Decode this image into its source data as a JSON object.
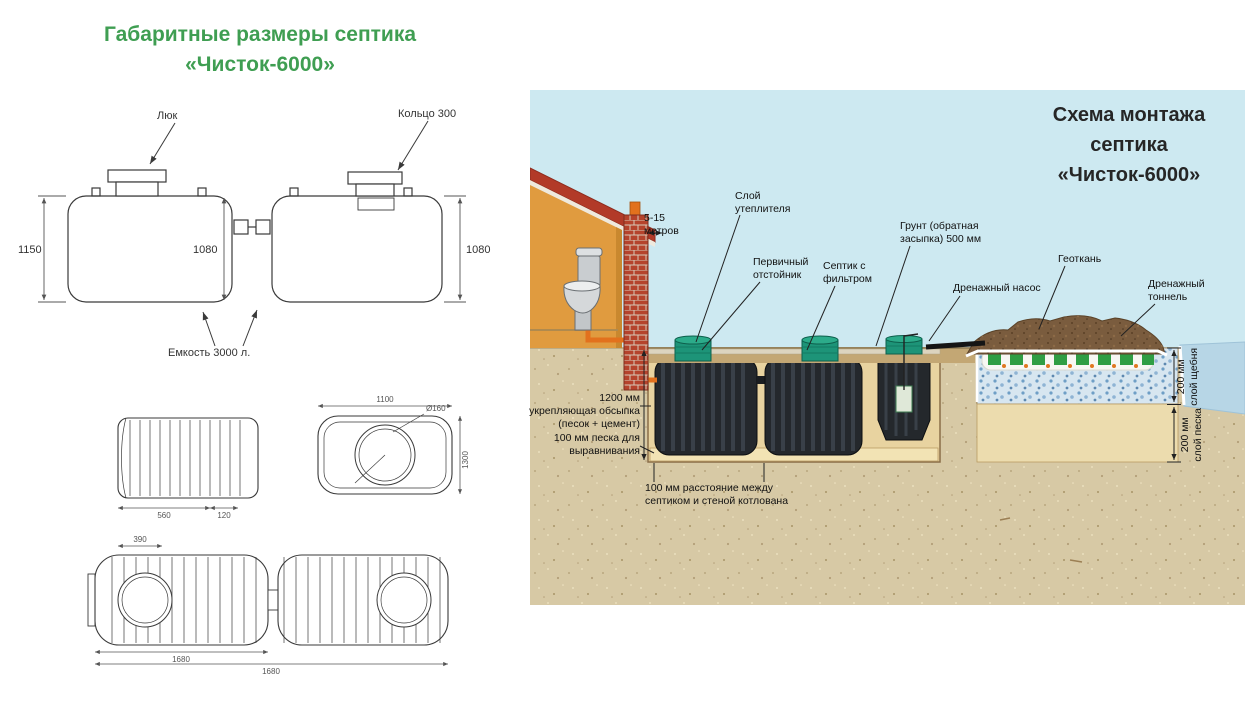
{
  "left_panel": {
    "title_line1": "Габаритные размеры септика",
    "title_line2": "«Чисток-6000»",
    "callout_hatch": "Люк",
    "callout_ring": "Кольцо 300",
    "callout_capacity": "Емкость 3000 л.",
    "dim_height_overall": "1150",
    "dim_height_left": "1080",
    "dim_height_right": "1080",
    "dim_top_view_width": "1100",
    "dim_top_view_depth": "1300",
    "dim_neck_diameter": "Ø160",
    "dim_side_a": "560",
    "dim_side_b": "120",
    "dim_assembly_neck": "390",
    "dim_assembly_len1": "1680",
    "dim_assembly_len2": "1680"
  },
  "scene": {
    "title_line1": "Схема монтажа",
    "title_line2": "септика",
    "title_line3": "«Чисток-6000»",
    "label_distance_line1": "5-15",
    "label_distance_line2": "метров",
    "label_insulation_line1": "Слой",
    "label_insulation_line2": "утеплителя",
    "label_primary_line1": "Первичный",
    "label_primary_line2": "отстойник",
    "label_septic_line1": "Септик с",
    "label_septic_line2": "фильтром",
    "label_soil_line1": "Грунт (обратная",
    "label_soil_line2": "засыпка) 500 мм",
    "label_geotextile": "Геоткань",
    "label_pump": "Дренажный насос",
    "label_tunnel_line1": "Дренажный",
    "label_tunnel_line2": "тоннель",
    "label_backfill_line1": "1200 мм",
    "label_backfill_line2": "укрепляющая обсыпка",
    "label_backfill_line3": "(песок + цемент)",
    "label_sand_level_line1": "100 мм песка для",
    "label_sand_level_line2": "выравнивания",
    "label_gap_line1": "100 мм расстояние между",
    "label_gap_line2": "септиком и стеной котлована",
    "label_gravel_layer_line1": "200 мм",
    "label_gravel_layer_line2": "слой щебня",
    "label_sand_layer_line1": "200 мм",
    "label_sand_layer_line2": "слой песка"
  },
  "colors": {
    "left_title_green": "#3f9e52",
    "sky_blue": "#cde9f1",
    "sand": "#d7c9a5",
    "soil_band": "#c3a774",
    "pit_fill": "#e8d3a0",
    "tank_black": "#24282c",
    "lid_green": "#1d9478",
    "roof_red": "#b23a28",
    "wall_orange": "#e09b3f",
    "brick_red": "#b5432c",
    "pipe_orange": "#e2711d",
    "mound_brown": "#7a5c3e",
    "water_blue": "#b7d6e6"
  }
}
